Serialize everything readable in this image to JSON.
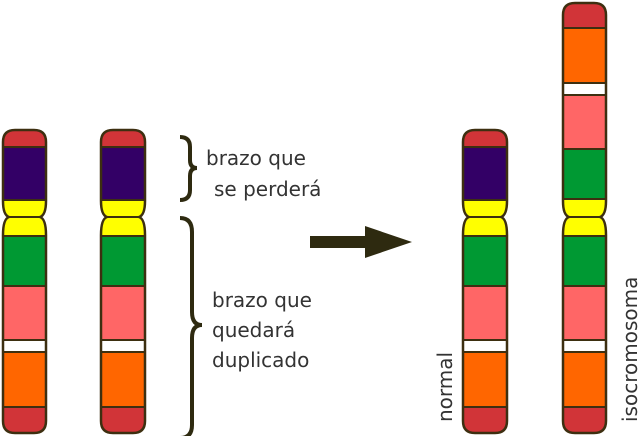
{
  "labels": {
    "lost_arm": [
      "brazo que",
      "se perderá"
    ],
    "duplicated_arm": [
      "brazo que",
      "quedará",
      "duplicado"
    ],
    "normal": "normal",
    "isochromosome": "isocromosoma"
  },
  "colors": {
    "telomere": "#d13438",
    "p_arm": "#330066",
    "centromere": "#ffff00",
    "band_green": "#009933",
    "band_pink": "#ff6666",
    "band_white": "#ffffff",
    "band_orange": "#ff6600",
    "outline": "#3d2f10",
    "arrow": "#2e2a10"
  },
  "icons": {
    "arrow": "right-arrow-icon",
    "brace": "curly-brace-icon"
  }
}
